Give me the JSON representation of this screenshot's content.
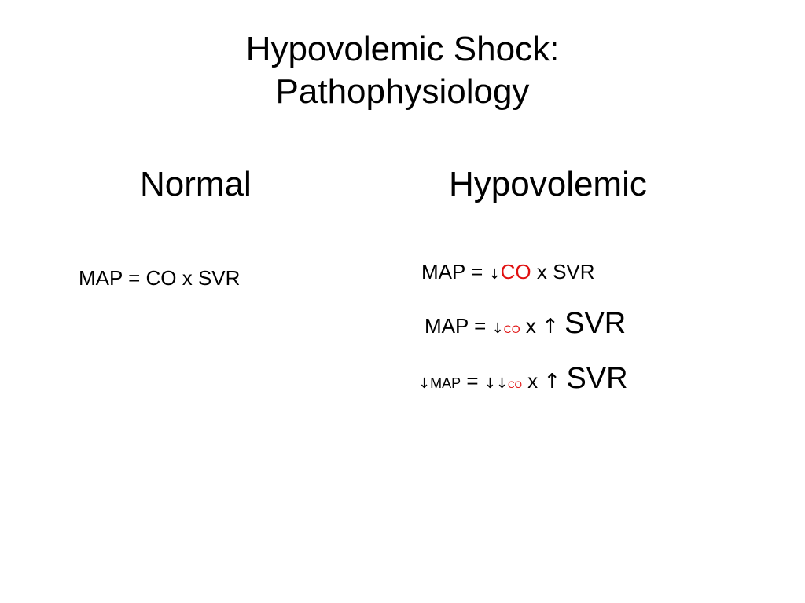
{
  "title": {
    "line1": "Hypovolemic Shock:",
    "line2": "Pathophysiology"
  },
  "columns": {
    "normal": "Normal",
    "hypovolemic": "Hypovolemic"
  },
  "normal_equation": "MAP = CO x SVR",
  "hypovolemic_equations": [
    {
      "left": "MAP =",
      "co_arrow": "↓",
      "co": "CO",
      "times": "x",
      "svr": "SVR"
    },
    {
      "left": "MAP =",
      "co_arrow": "↓",
      "co": "CO",
      "times": "x",
      "svr_arrow": "↑",
      "svr": "SVR"
    },
    {
      "map_arrow": "↓",
      "map": "MAP",
      "equals": "=",
      "co_arrows": "↓↓",
      "co": "CO",
      "times": "x",
      "svr_arrow": "↑",
      "svr": "SVR"
    }
  ],
  "colors": {
    "text": "#000000",
    "highlight": "#e01010",
    "background": "#ffffff"
  }
}
